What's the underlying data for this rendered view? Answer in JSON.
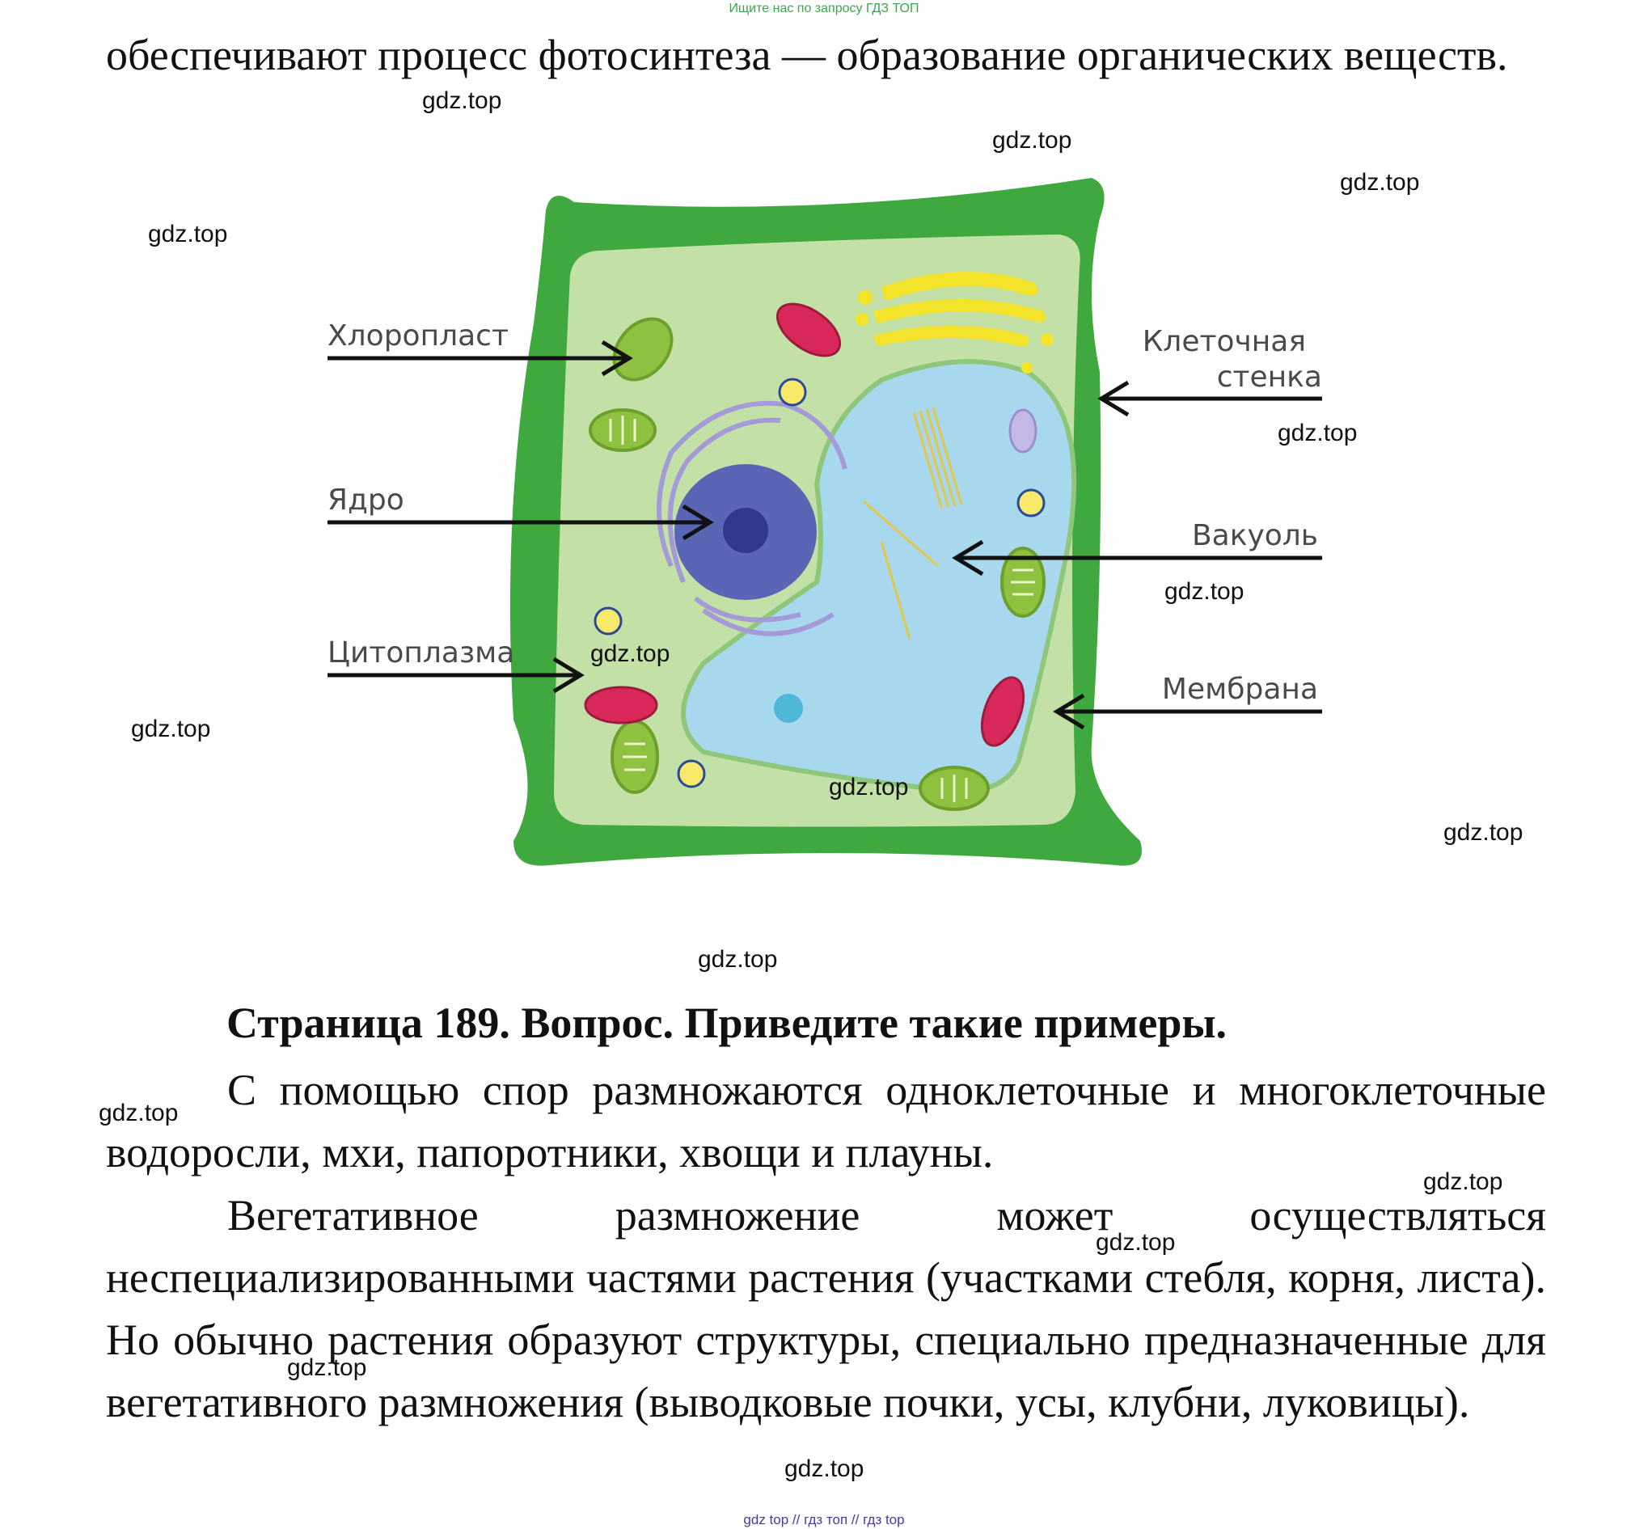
{
  "banner": "Ищите нас по запросу ГДЗ ТОП",
  "intro_text": "обеспечивают процесс фотосинтеза — образование органических веществ.",
  "diagram": {
    "labels": {
      "chloroplast": "Хлоропласт",
      "nucleus": "Ядро",
      "cytoplasm": "Цитоплазма",
      "cell_wall_line1": "Клеточная",
      "cell_wall_line2": "стенка",
      "vacuole": "Вакуоль",
      "membrane": "Мембрана"
    }
  },
  "heading": "Страница 189. Вопрос. Приведите такие примеры.",
  "paragraphs": [
    "С помощью спор размножаются одноклеточные и многоклеточные водоросли, мхи, папоротники, хвощи и плауны.",
    "Вегетативное размножение может осуществляться неспециализированными частями растения (участками стебля, корня, листа). Но обычно растения образуют структуры, специально предназначенные для вегетативного размножения (выводковые почки, усы, клубни, луковицы)."
  ],
  "watermark": "gdz.top",
  "footer": "gdz top // гдз топ // гдз top"
}
